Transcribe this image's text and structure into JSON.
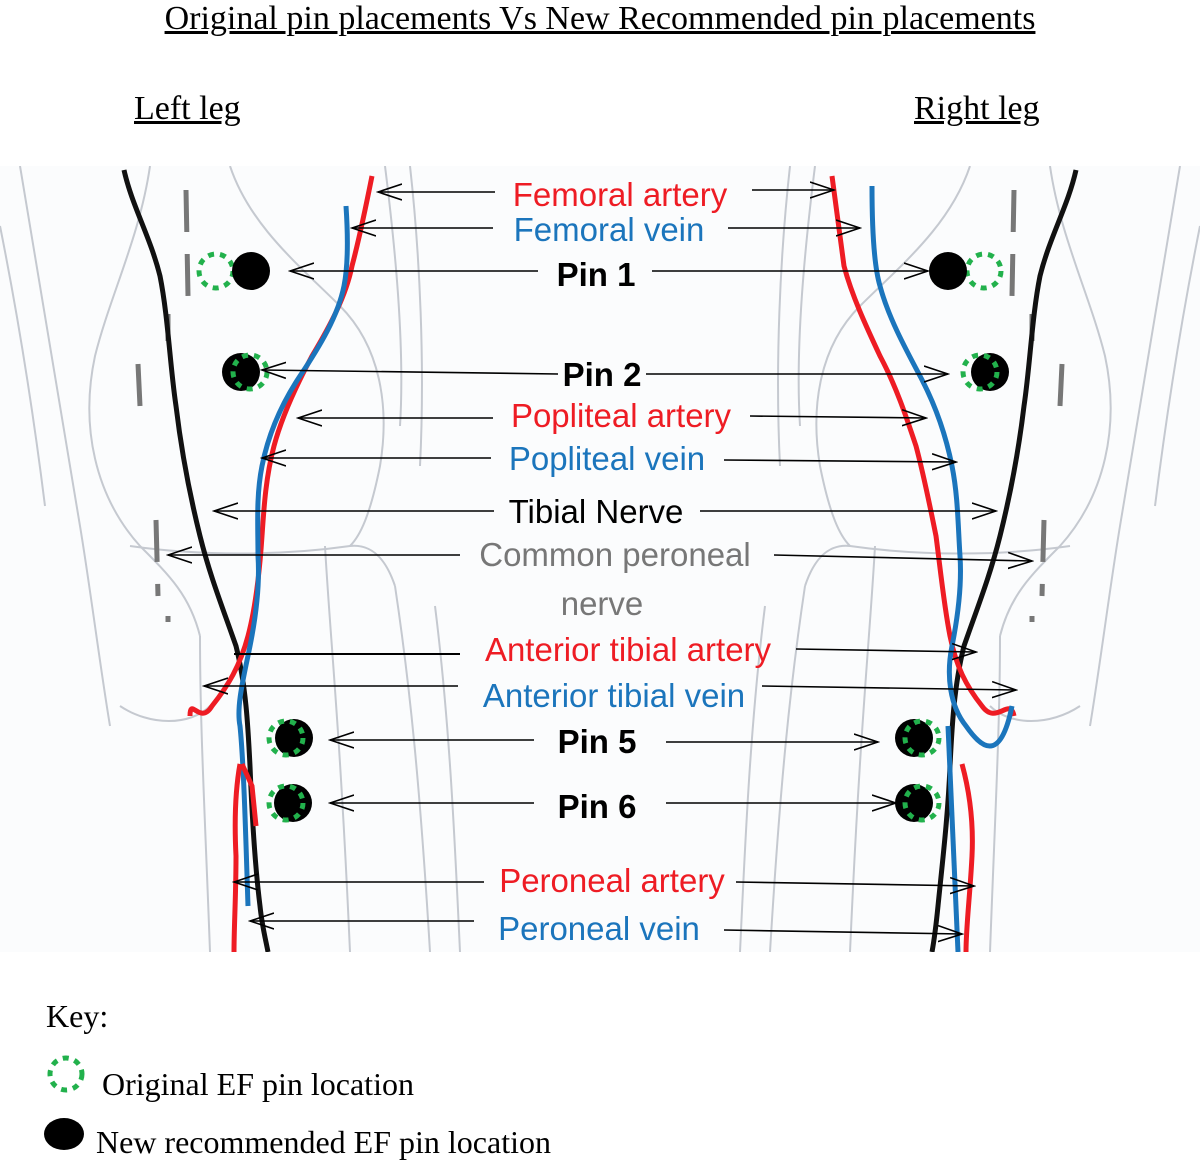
{
  "title": "Original pin placements Vs New Recommended pin placements",
  "left_leg_label": "Left leg",
  "right_leg_label": "Right leg",
  "labels": {
    "femoral_artery": "Femoral artery",
    "femoral_vein": "Femoral vein",
    "pin1": "Pin 1",
    "pin2": "Pin 2",
    "popliteal_artery": "Popliteal artery",
    "popliteal_vein": "Popliteal vein",
    "tibial_nerve": "Tibial Nerve",
    "common_peroneal_line1": "Common peroneal",
    "common_peroneal_line2": "nerve",
    "anterior_tibial_artery": "Anterior tibial artery",
    "anterior_tibial_vein": "Anterior tibial vein",
    "pin5": "Pin 5",
    "pin6": "Pin 6",
    "peroneal_artery": "Peroneal artery",
    "peroneal_vein": "Peroneal vein"
  },
  "key": {
    "title": "Key:",
    "original": "Original EF pin location",
    "new": "New recommended EF pin location"
  },
  "colors": {
    "artery": "#ee1c24",
    "vein": "#1b75bc",
    "nerve": "#000000",
    "peroneal_nerve": "#777777",
    "original_pin": "#22b14c",
    "new_pin": "#000000",
    "bone_outline": "#c5c9d0"
  }
}
